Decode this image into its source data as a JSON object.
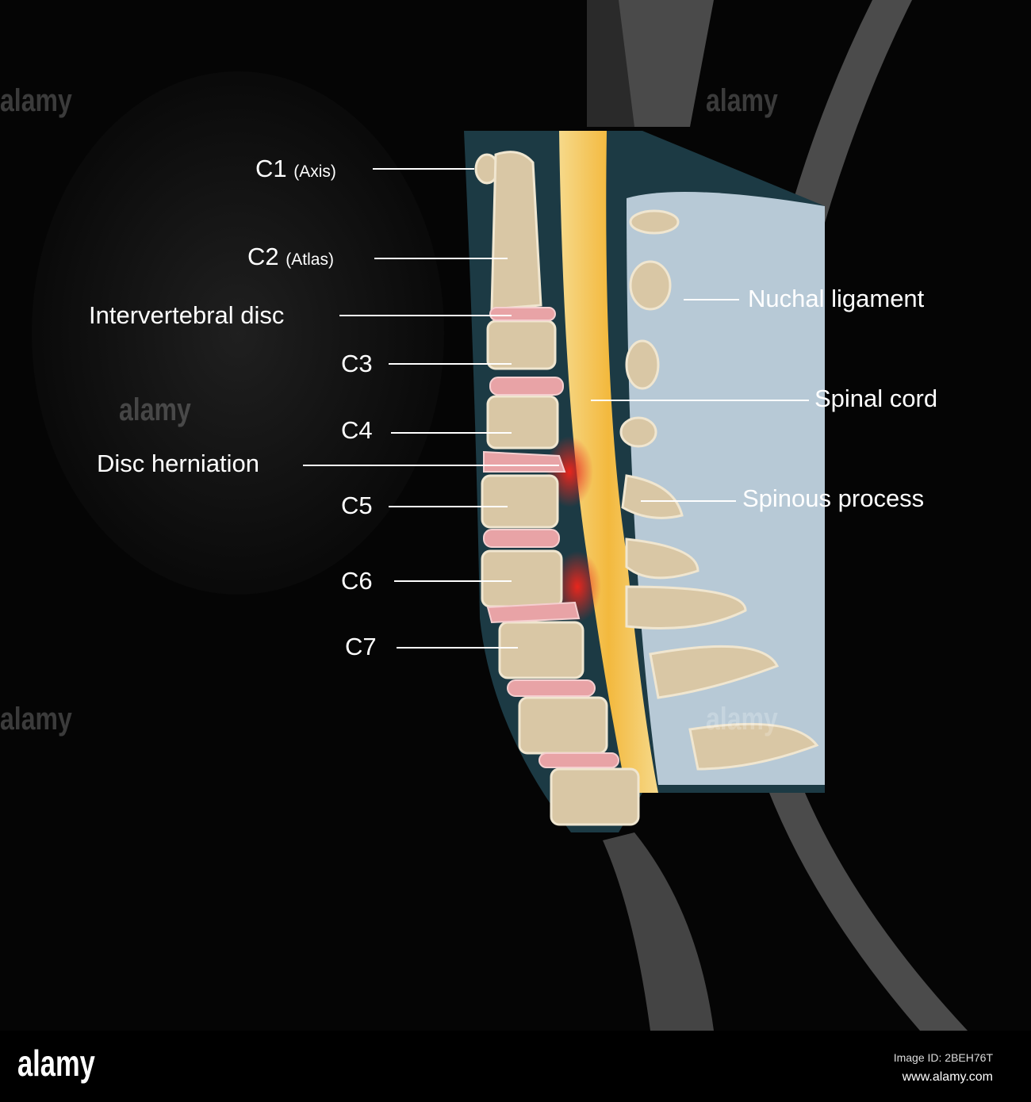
{
  "labels_left": [
    {
      "id": "c1",
      "main": "C1",
      "sub": "(Axis)"
    },
    {
      "id": "c2",
      "main": "C2",
      "sub": "(Atlas)"
    },
    {
      "id": "intervertebral-disc",
      "main": "Intervertebral disc",
      "sub": ""
    },
    {
      "id": "c3",
      "main": "C3",
      "sub": ""
    },
    {
      "id": "c4",
      "main": "C4",
      "sub": ""
    },
    {
      "id": "disc-herniation",
      "main": "Disc herniation",
      "sub": ""
    },
    {
      "id": "c5",
      "main": "C5",
      "sub": ""
    },
    {
      "id": "c6",
      "main": "C6",
      "sub": ""
    },
    {
      "id": "c7",
      "main": "C7",
      "sub": ""
    }
  ],
  "labels_right": [
    {
      "id": "nuchal-ligament",
      "main": "Nuchal ligament"
    },
    {
      "id": "spinal-cord",
      "main": "Spinal cord"
    },
    {
      "id": "spinous-process",
      "main": "Spinous process"
    }
  ],
  "watermark": "alamy",
  "footer": {
    "logo": "alamy",
    "image_id": "Image ID: 2BEH76T",
    "url": "www.alamy.com"
  },
  "colors": {
    "bone": "#d9c7a5",
    "disc": "#e8a3a6",
    "cord": "#f2c25a",
    "ligament": "#b7c9d6",
    "herniation": "#e23a2a"
  }
}
